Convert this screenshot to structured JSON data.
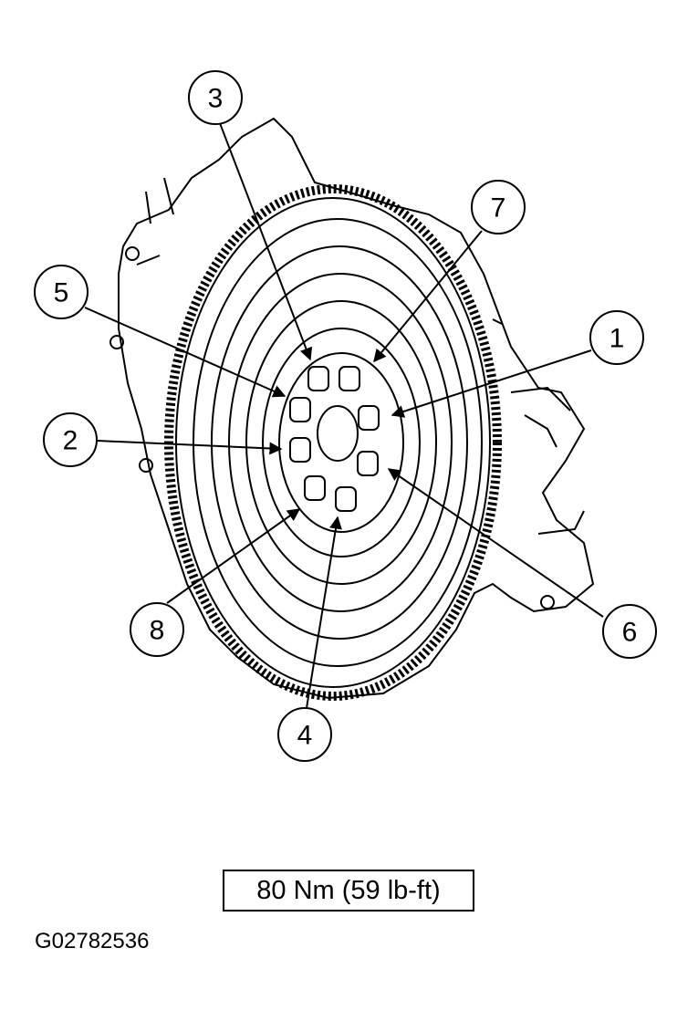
{
  "diagram": {
    "callouts": [
      {
        "label": "3"
      },
      {
        "label": "7"
      },
      {
        "label": "5"
      },
      {
        "label": "1"
      },
      {
        "label": "2"
      },
      {
        "label": "8"
      },
      {
        "label": "6"
      },
      {
        "label": "4"
      }
    ]
  },
  "torque_spec": "80 Nm (59 lb-ft)",
  "figure_id": "G02782536"
}
